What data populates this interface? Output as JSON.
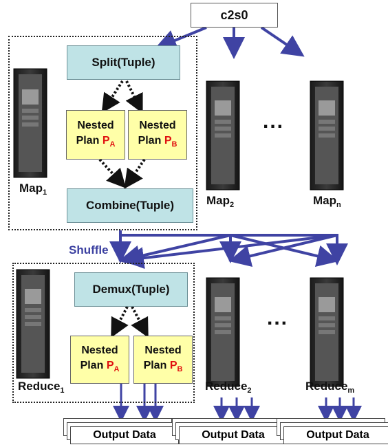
{
  "top_node": {
    "label": "c2s0"
  },
  "map_phase": {
    "split": "Split(Tuple)",
    "combine": "Combine(Tuple)",
    "nested_a": {
      "line1": "Nested",
      "line2": "Plan",
      "plan": "P",
      "sub": "A"
    },
    "nested_b": {
      "line1": "Nested",
      "line2": "Plan",
      "plan": "P",
      "sub": "B"
    },
    "map1": {
      "name": "Map",
      "sub": "1"
    },
    "map2": {
      "name": "Map",
      "sub": "2"
    },
    "mapn": {
      "name": "Map",
      "sub": "n"
    },
    "ellipsis": "..."
  },
  "shuffle_label": "Shuffle",
  "reduce_phase": {
    "demux": "Demux(Tuple)",
    "nested_a": {
      "line1": "Nested",
      "line2": "Plan",
      "plan": "P",
      "sub": "A"
    },
    "nested_b": {
      "line1": "Nested",
      "line2": "Plan",
      "plan": "P",
      "sub": "B"
    },
    "reduce1": {
      "name": "Reduce",
      "sub": "1"
    },
    "reduce2": {
      "name": "Reduce",
      "sub": "2"
    },
    "reducem": {
      "name": "Reduce",
      "sub": "m"
    },
    "ellipsis": "..."
  },
  "outputs": [
    "Output Data",
    "Output Data",
    "Output Data"
  ],
  "colors": {
    "arrow": "#3f43a3",
    "teal_box": "#bfe3e6",
    "yellow_box": "#ffffa8",
    "plan_red": "#e01010"
  }
}
